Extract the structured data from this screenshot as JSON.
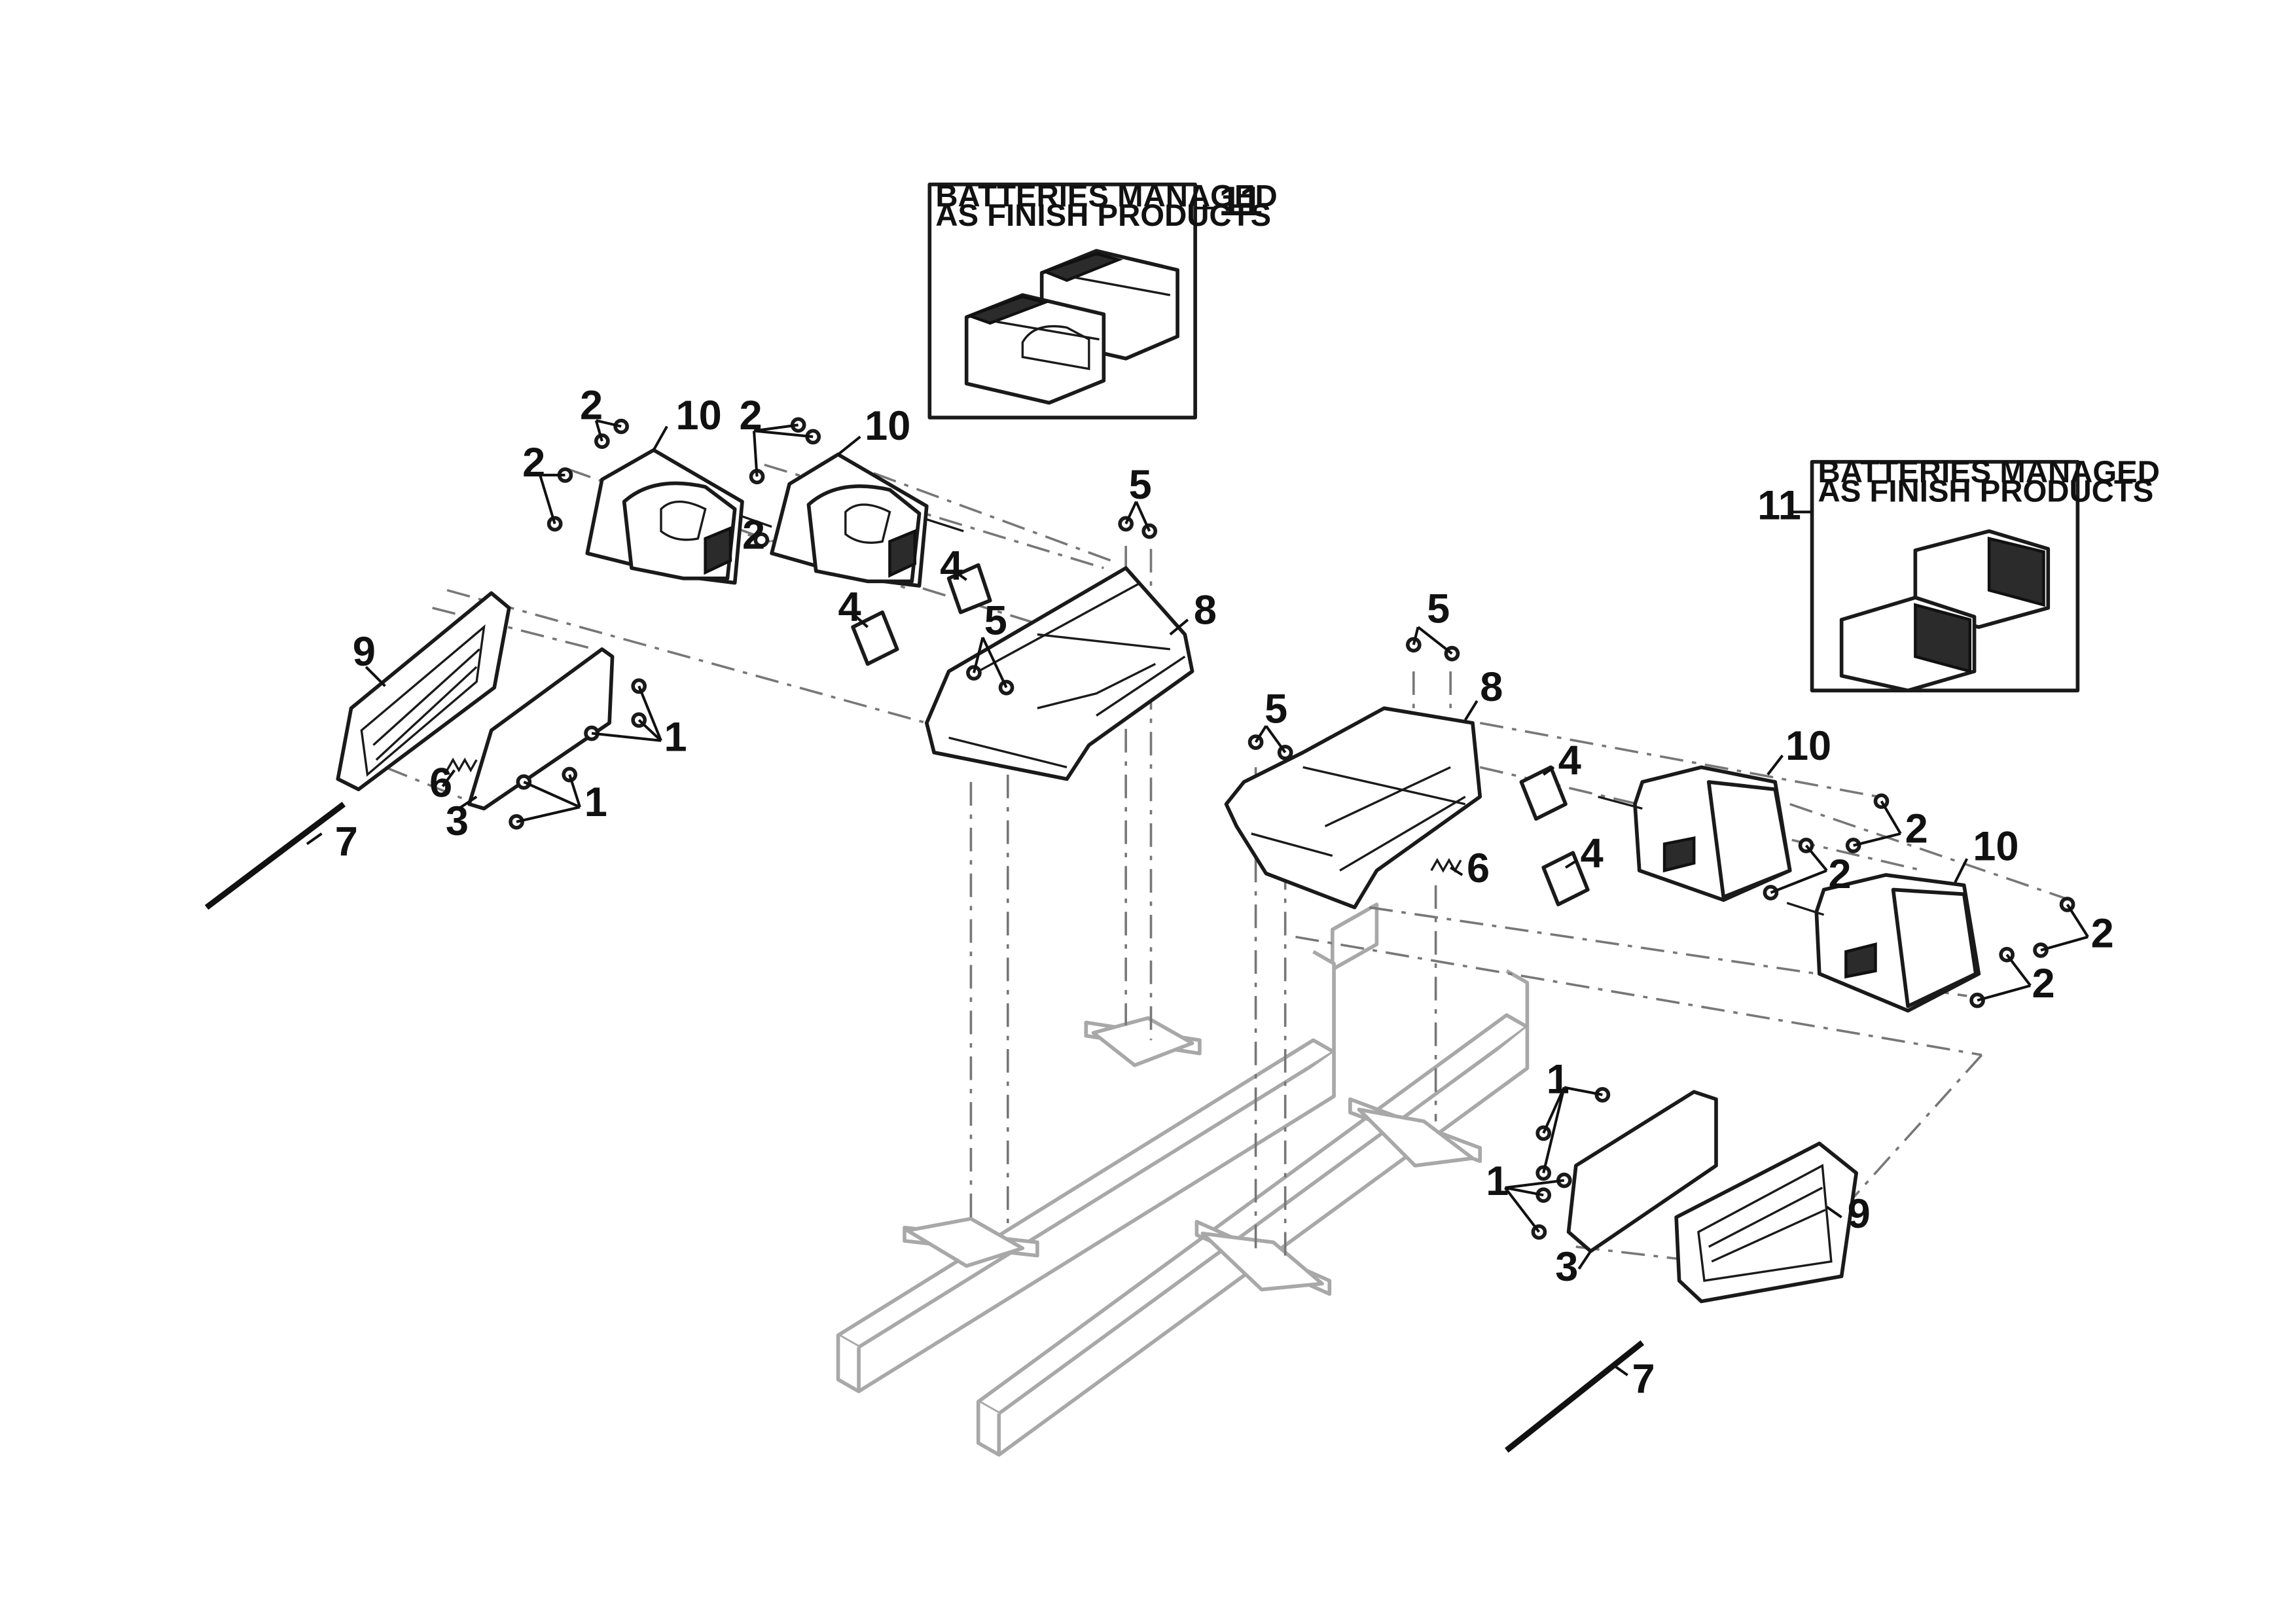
{
  "callouts": {
    "n1": "1",
    "n2": "2",
    "n3": "3",
    "n4": "4",
    "n5": "5",
    "n6": "6",
    "n7": "7",
    "n8": "8",
    "n9": "9",
    "n10": "10",
    "n11": "11"
  },
  "notes": {
    "battery_box_line1": "BATTERIES MANAGED",
    "battery_box_line2": "AS FINISH PRODUCTS"
  }
}
